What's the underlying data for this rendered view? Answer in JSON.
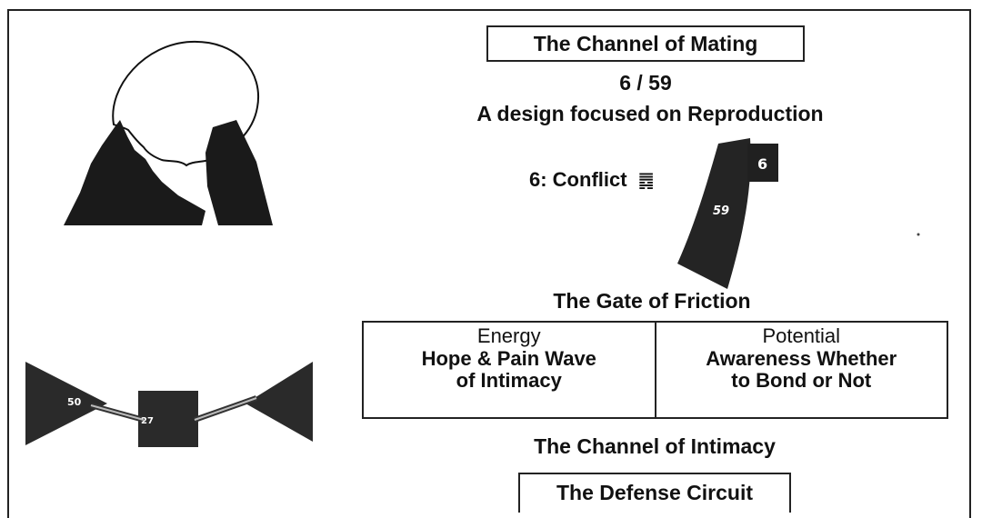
{
  "channel_title": "The Channel of Mating",
  "gates_pair": "6 / 59",
  "design_description": "A design focused on Reproduction",
  "hexagram_label": "6: Conflict",
  "hexagram_symbol": "䷅",
  "gate_name": "The Gate of Friction",
  "gate_badges": {
    "upper": "6",
    "lower": "59"
  },
  "table": {
    "energy_header": "Energy",
    "energy_text": "Hope & Pain Wave\nof Intimacy",
    "potential_header": "Potential",
    "potential_text": "Awareness Whether\nto Bond or Not"
  },
  "channel_subtitle": "The Channel of Intimacy",
  "circuit_name": "The Defense Circuit",
  "diagram_badges": {
    "left": "50",
    "center": "27"
  },
  "colors": {
    "dark_fill": "#2a2a2a",
    "frame": "#222222"
  }
}
